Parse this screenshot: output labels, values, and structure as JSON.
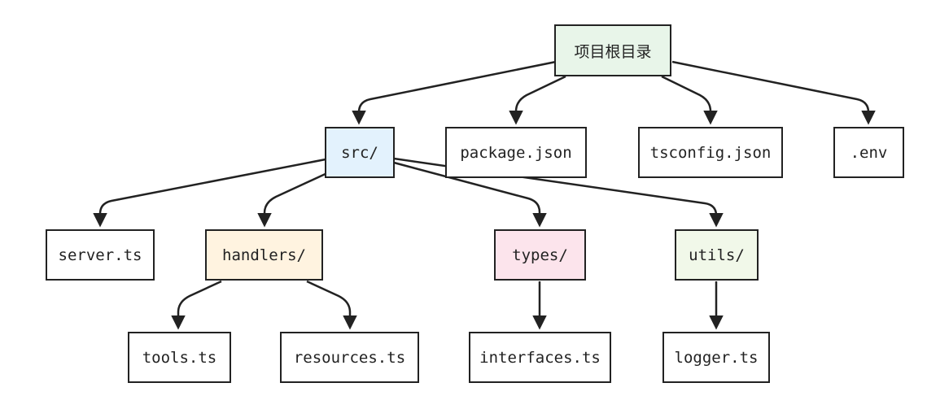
{
  "diagram": {
    "nodes": {
      "root": {
        "label": "项目根目录",
        "fill": "#e8f5e9"
      },
      "src": {
        "label": "src/",
        "fill": "#e3f2fd"
      },
      "package": {
        "label": "package.json",
        "fill": "#ffffff"
      },
      "tsconfig": {
        "label": "tsconfig.json",
        "fill": "#ffffff"
      },
      "env": {
        "label": ".env",
        "fill": "#ffffff"
      },
      "server": {
        "label": "server.ts",
        "fill": "#ffffff"
      },
      "handlers": {
        "label": "handlers/",
        "fill": "#fff3e0"
      },
      "types": {
        "label": "types/",
        "fill": "#fce4ec"
      },
      "utils": {
        "label": "utils/",
        "fill": "#f1f8e9"
      },
      "tools": {
        "label": "tools.ts",
        "fill": "#ffffff"
      },
      "resources": {
        "label": "resources.ts",
        "fill": "#ffffff"
      },
      "interfaces": {
        "label": "interfaces.ts",
        "fill": "#ffffff"
      },
      "logger": {
        "label": "logger.ts",
        "fill": "#ffffff"
      }
    },
    "edges": [
      {
        "from": "root",
        "to": "src"
      },
      {
        "from": "root",
        "to": "package"
      },
      {
        "from": "root",
        "to": "tsconfig"
      },
      {
        "from": "root",
        "to": "env"
      },
      {
        "from": "src",
        "to": "server"
      },
      {
        "from": "src",
        "to": "handlers"
      },
      {
        "from": "src",
        "to": "types"
      },
      {
        "from": "src",
        "to": "utils"
      },
      {
        "from": "handlers",
        "to": "tools"
      },
      {
        "from": "handlers",
        "to": "resources"
      },
      {
        "from": "types",
        "to": "interfaces"
      },
      {
        "from": "utils",
        "to": "logger"
      }
    ]
  }
}
